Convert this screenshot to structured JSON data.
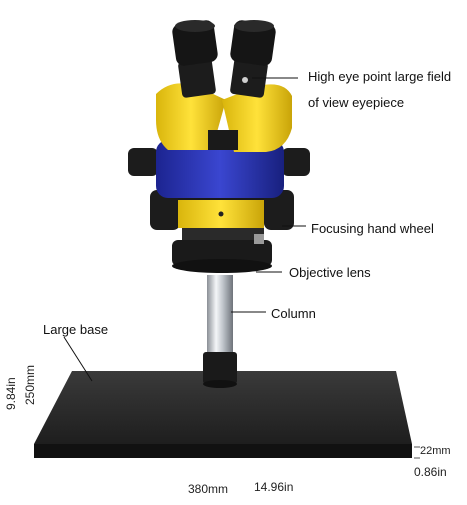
{
  "callouts": {
    "eyepiece_line1": "High eye point large field",
    "eyepiece_line2": "of view eyepiece",
    "focusing": "Focusing hand wheel",
    "objective": "Objective lens",
    "column": "Column",
    "base": "Large base"
  },
  "dimensions": {
    "width_mm": "380mm",
    "width_in": "14.96in",
    "depth_mm": "250mm",
    "depth_in": "9.84in",
    "height_mm": "22mm",
    "height_in": "0.86in"
  },
  "colors": {
    "body_yellow": "#f2d21a",
    "body_blue": "#2b36b8",
    "black": "#1a1a1a",
    "base": "#2a2a2a",
    "chrome": "#c9cdd2"
  }
}
